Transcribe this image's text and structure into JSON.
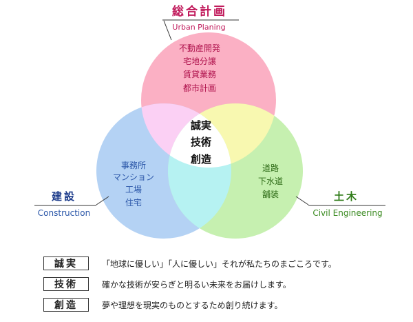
{
  "urban": {
    "title": "総合計画",
    "subtitle": "Urban Planing",
    "items": [
      "不動産開発",
      "宅地分譲",
      "賃貸業務",
      "都市計画"
    ],
    "color": "#fbb0c4",
    "title_color": "#c0185a",
    "subtitle_color": "#c0185a"
  },
  "construction": {
    "title": "建設",
    "subtitle": "Construction",
    "items": [
      "事務所",
      "マンション",
      "工場",
      "住宅"
    ],
    "color": "#b4d2f4",
    "title_color": "#1f3e8c",
    "subtitle_color": "#2a56a8",
    "items_color": "#2a56a8"
  },
  "civil": {
    "title": "土木",
    "subtitle": "Civil Engineering",
    "items": [
      "道路",
      "下水道",
      "舗装"
    ],
    "color": "#c6f0b0",
    "title_color": "#2d7a16",
    "subtitle_color": "#3a8a20",
    "items_color": "#2d6a16"
  },
  "center": {
    "items": [
      "誠実",
      "技術",
      "創造"
    ]
  },
  "legend": [
    {
      "term": "誠実",
      "desc": "「地球に優しい」「人に優しい」それが私たちのまごころです。"
    },
    {
      "term": "技術",
      "desc": "確かな技術が安らぎと明るい未来をお届けします。"
    },
    {
      "term": "創造",
      "desc": "夢や理想を現実のものとするため創り続けます。"
    }
  ]
}
